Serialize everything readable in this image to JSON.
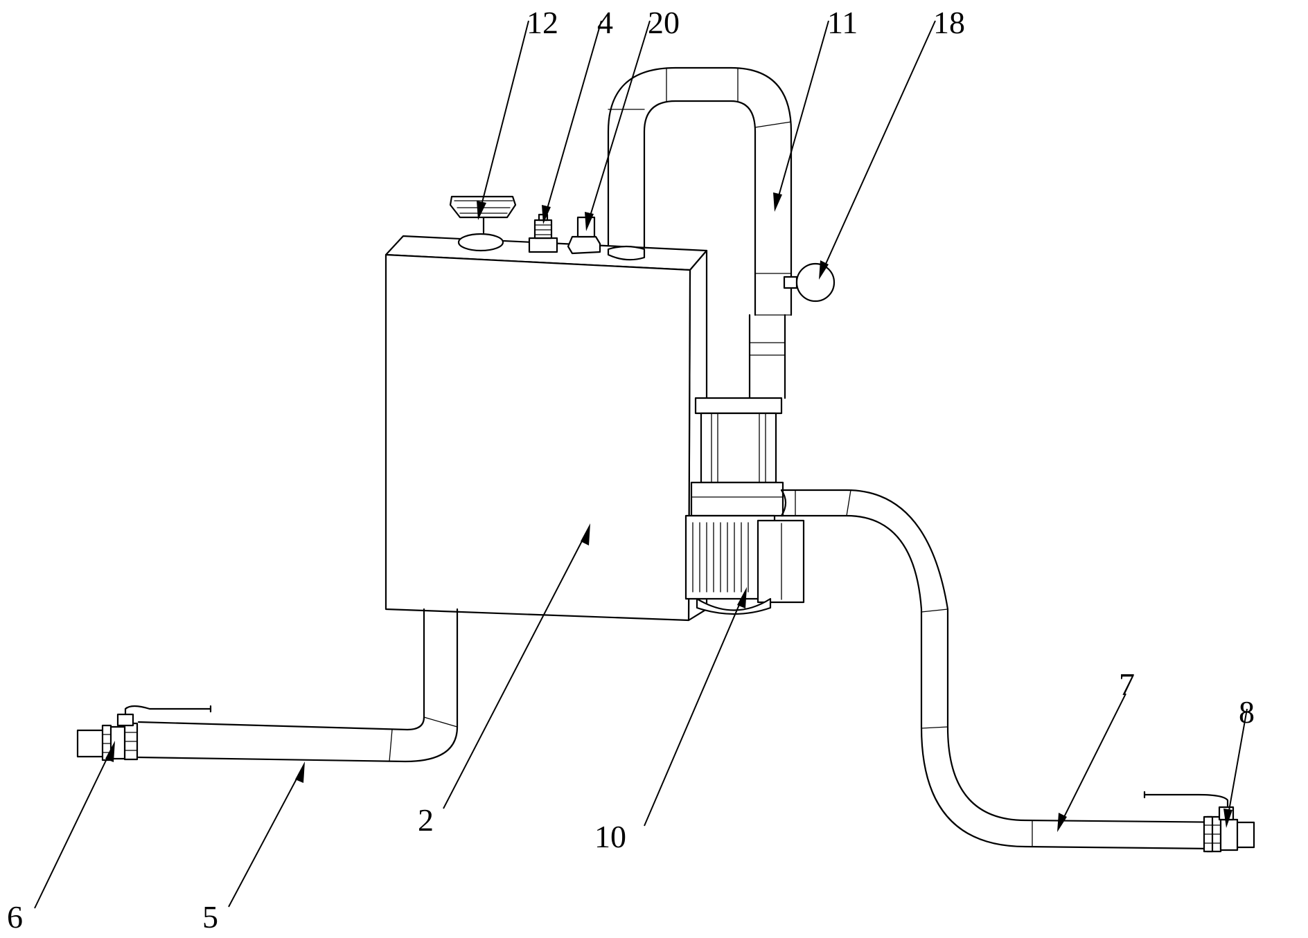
{
  "labels": {
    "n12": "12",
    "n4": "4",
    "n20": "20",
    "n11": "11",
    "n18": "18",
    "n2": "2",
    "n10": "10",
    "n7": "7",
    "n8": "8",
    "n6": "6",
    "n5": "5"
  }
}
